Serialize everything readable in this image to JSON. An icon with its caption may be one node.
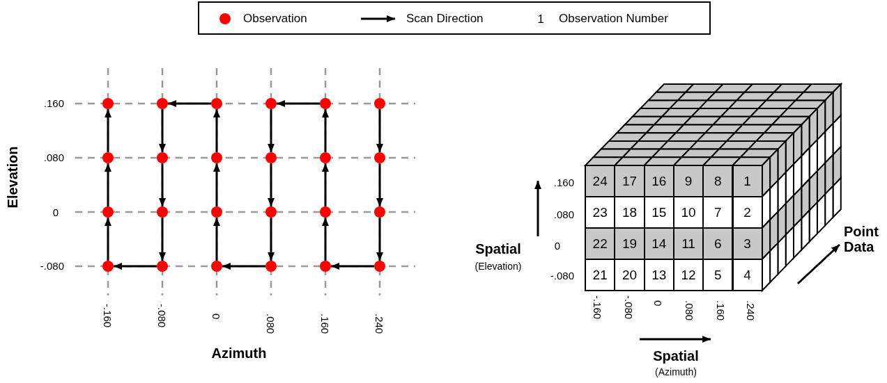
{
  "diagram": {
    "nodes": [
      {
        "text": [],
        "shape": "circle"
      },
      {
        "text": [],
        "shape": "circle"
      },
      {
        "text": [],
        "shape": "circle"
      },
      {
        "text": [],
        "shape": "circle"
      },
      {
        "text": [],
        "shape": "circle"
      },
      {
        "text": [],
        "shape": "circle"
      },
      {
        "text": [],
        "shape": "circle"
      },
      {
        "text": [],
        "shape": "circle"
      },
      {
        "text": [],
        "shape": "circle"
      },
      {
        "text": [],
        "shape": "circle"
      },
      {
        "text": [],
        "shape": "circle"
      },
      {
        "text": [],
        "shape": "circle"
      },
      {
        "text": [],
        "shape": "circle"
      },
      {
        "text": [],
        "shape": "circle"
      },
      {
        "text": [],
        "shape": "circle"
      },
      {
        "text": [],
        "shape": "circle"
      },
      {
        "text": [],
        "shape": "circle"
      },
      {
        "text": [],
        "shape": "circle"
      },
      {
        "text": [],
        "shape": "circle"
      },
      {
        "text": [],
        "shape": "circle"
      },
      {
        "text": [],
        "shape": "circle"
      },
      {
        "text": [],
        "shape": "circle"
      },
      {
        "text": [],
        "shape": "circle"
      },
      {
        "text": [],
        "shape": "circle"
      },
      {
        "text": [
          "24"
        ]
      },
      {
        "text": [
          "17"
        ]
      },
      {
        "text": [
          "16"
        ]
      },
      {
        "text": [
          "9"
        ]
      },
      {
        "text": [
          "8"
        ]
      },
      {
        "text": [
          "1"
        ]
      },
      {
        "text": [
          "23"
        ]
      },
      {
        "text": [
          "18"
        ]
      },
      {
        "text": [
          "15"
        ]
      },
      {
        "text": [
          "10"
        ]
      },
      {
        "text": [
          "7"
        ]
      },
      {
        "text": [
          "2"
        ]
      },
      {
        "text": [
          "22"
        ]
      },
      {
        "text": [
          "19"
        ]
      },
      {
        "text": [
          "14"
        ]
      },
      {
        "text": [
          "11"
        ]
      },
      {
        "text": [
          "6"
        ]
      },
      {
        "text": [
          "3"
        ]
      },
      {
        "text": [
          "21"
        ]
      },
      {
        "text": [
          "20"
        ]
      },
      {
        "text": [
          "13"
        ]
      },
      {
        "text": [
          "12"
        ]
      },
      {
        "text": [
          "5"
        ]
      },
      {
        "text": [
          "4"
        ]
      }
    ],
    "edges": [
      {
        "from": 5,
        "to": 11,
        "arrow": "to"
      },
      {
        "from": 11,
        "to": 17,
        "arrow": "to"
      },
      {
        "from": 17,
        "to": 23,
        "arrow": "to"
      },
      {
        "from": 23,
        "to": 22,
        "arrow": "to"
      },
      {
        "from": 22,
        "to": 16,
        "arrow": "to"
      },
      {
        "from": 16,
        "to": 10,
        "arrow": "to"
      },
      {
        "from": 10,
        "to": 4,
        "arrow": "to"
      },
      {
        "from": 4,
        "to": 3,
        "arrow": "to"
      },
      {
        "from": 3,
        "to": 9,
        "arrow": "to"
      },
      {
        "from": 9,
        "to": 15,
        "arrow": "to"
      },
      {
        "from": 15,
        "to": 21,
        "arrow": "to"
      },
      {
        "from": 21,
        "to": 20,
        "arrow": "to"
      },
      {
        "from": 20,
        "to": 14,
        "arrow": "to"
      },
      {
        "from": 14,
        "to": 8,
        "arrow": "to"
      },
      {
        "from": 8,
        "to": 2,
        "arrow": "to"
      },
      {
        "from": 2,
        "to": 1,
        "arrow": "to"
      },
      {
        "from": 1,
        "to": 7,
        "arrow": "to"
      },
      {
        "from": 7,
        "to": 13,
        "arrow": "to"
      },
      {
        "from": 13,
        "to": 19,
        "arrow": "to"
      },
      {
        "from": 19,
        "to": 18,
        "arrow": "to"
      },
      {
        "from": 18,
        "to": 12,
        "arrow": "to"
      },
      {
        "from": 12,
        "to": 6,
        "arrow": "to"
      },
      {
        "from": 6,
        "to": 0,
        "arrow": "to"
      }
    ],
    "labels": [
      "1",
      ".160",
      ".080",
      "0",
      "-.080",
      "Elevation",
      "-.160",
      "-.080",
      "0",
      ".080",
      ".160",
      ".240",
      "Azimuth",
      ".160",
      ".080",
      "0",
      "-.080",
      "Spatial",
      "(Elevation)",
      "-.160",
      "-.080",
      "0",
      ".080",
      ".160",
      ".240",
      "Spatial",
      "(Azimuth)",
      "Point Data"
    ],
    "legend": [
      {
        "text": "Observation",
        "color": "#ff0000"
      },
      {
        "text": "Scan Direction"
      },
      {
        "text": "Observation Number"
      }
    ]
  }
}
